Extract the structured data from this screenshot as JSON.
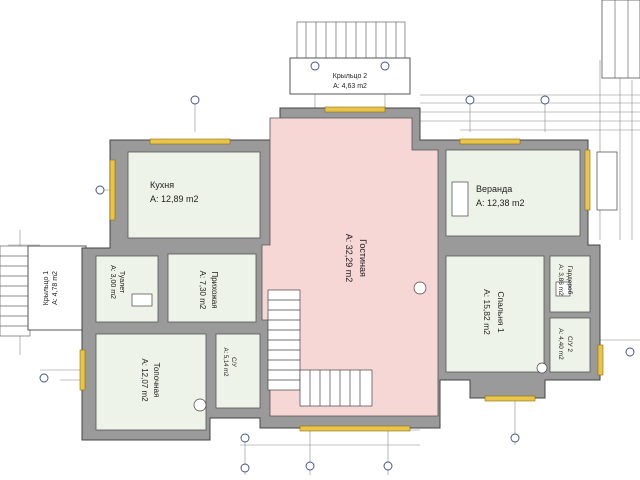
{
  "rooms": {
    "kitchen": {
      "name": "Кухня",
      "area": "A: 12,89 m2"
    },
    "veranda": {
      "name": "Веранда",
      "area": "A: 12,38 m2"
    },
    "living": {
      "name": "Гостиная",
      "area": "A: 32,29 m2"
    },
    "bedroom1": {
      "name": "Спальня 1",
      "area": "A: 15,82 m2"
    },
    "hall": {
      "name": "Прихожая",
      "area": "A: 7,30 m2"
    },
    "boiler": {
      "name": "Топочная",
      "area": "A: 12,07 m2"
    },
    "toilet": {
      "name": "Туалет",
      "area": "A: 3,00 m2"
    },
    "storage": {
      "name": "Гардероб",
      "area": "A: 3,86 m2"
    },
    "bath": {
      "name": "С/У 2",
      "area": "A: 4,40 m2"
    },
    "wc": {
      "name": "С/У",
      "area": "A: 5,14 m2"
    },
    "porch1": {
      "name": "Крыльцо 1",
      "area": "A: 4,78 m2"
    },
    "porch2": {
      "name": "Крыльцо 2",
      "area": "A: 4,63 m2"
    }
  },
  "colors": {
    "wall": "#9a9a9a",
    "wall_edge": "#444444",
    "room_fill": "#edf3e8",
    "living_fill": "#f7d6d6",
    "window": "#e8c44a",
    "grid": "#7a7a7a",
    "axis_marker": "#3c4b8c"
  }
}
